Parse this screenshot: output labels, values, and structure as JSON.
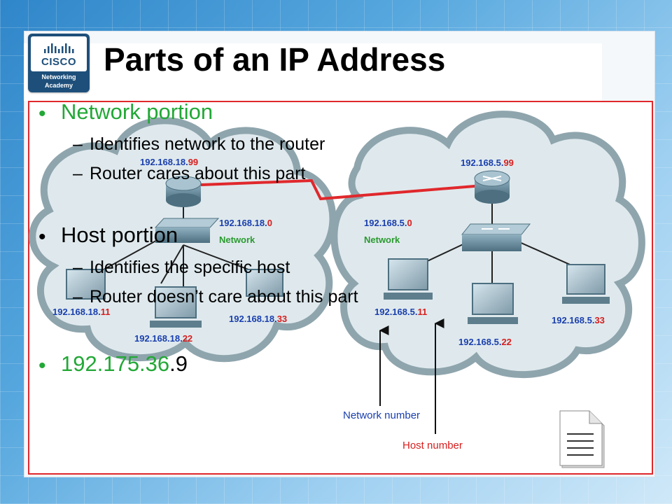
{
  "logo": {
    "brand": "CISCO",
    "line1": "Networking",
    "line2": "Academy"
  },
  "slide": {
    "title": "Parts of an IP Address"
  },
  "bullets": {
    "network_portion": {
      "heading": "Network portion",
      "sub": [
        "Identifies network to the router",
        "Router cares about this part"
      ]
    },
    "host_portion": {
      "heading": "Host portion",
      "sub": [
        "Identifies the specific host",
        "Router doesn’t care about this part"
      ]
    },
    "example": {
      "network_part": "192.175.36",
      "host_part": ".9"
    }
  },
  "diagram": {
    "left": {
      "router": {
        "prefix": "192.168.18.",
        "suffix": "99"
      },
      "network": {
        "prefix": "192.168.18.",
        "suffix": "0",
        "label": "Network"
      },
      "hosts": [
        {
          "prefix": "192.168.18.",
          "suffix": "11"
        },
        {
          "prefix": "192.168.18.",
          "suffix": "22"
        },
        {
          "prefix": "192.168.18.",
          "suffix": "33"
        }
      ]
    },
    "right": {
      "router": {
        "prefix": "192.168.5.",
        "suffix": "99"
      },
      "network": {
        "prefix": "192.168.5.",
        "suffix": "0",
        "label": "Network"
      },
      "hosts": [
        {
          "prefix": "192.168.5.",
          "suffix": "11"
        },
        {
          "prefix": "192.168.5.",
          "suffix": "22"
        },
        {
          "prefix": "192.168.5.",
          "suffix": "33"
        }
      ]
    },
    "annotations": {
      "network_number": "Network number",
      "host_number": "Host number"
    }
  },
  "colors": {
    "accent_green": "#22a836",
    "frame_red": "#e0282c",
    "address_blue": "#1a3fae",
    "host_red": "#d81e1e",
    "network_green": "#2a9a2f"
  },
  "icons": [
    "cisco-logo-icon",
    "router-icon",
    "switch-icon",
    "computer-icon",
    "document-icon"
  ]
}
